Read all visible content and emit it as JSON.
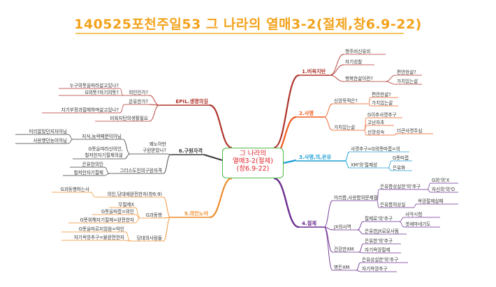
{
  "title": "140525포천주일53 그 나라의 열매3-2(절제,창6.9-22)",
  "center": {
    "lines": [
      "그 나라의",
      "열매3-2(절제)",
      "(창6.9-22)"
    ],
    "color": "#e0262b",
    "border": "#4fb848"
  },
  "branches": [
    {
      "id": "b1",
      "label": "1.비육지탄",
      "color": "#b0342b",
      "children": [
        {
          "label": "행주비신유비"
        },
        {
          "label": "자기성찰"
        },
        {
          "label": "행복한삶이란?",
          "children": [
            {
              "label": "편안한삶?"
            },
            {
              "label": "가치있는삶"
            }
          ]
        }
      ]
    },
    {
      "id": "b2",
      "label": "2.사명",
      "color": "#ef5a1f",
      "children": [
        {
          "label": "신앙목적은?",
          "children": [
            {
              "label": "편안한삶?"
            },
            {
              "label": "가치있는삶"
            }
          ]
        },
        {
          "label": "가치있는삶",
          "children": [
            {
              "label": "G이추사명추구"
            },
            {
              "label": "고난자초"
            },
            {
              "label": "신앙성숙",
              "children": [
                {
                  "label": "더큰사명주심"
                }
              ]
            }
          ]
        }
      ]
    },
    {
      "id": "b3",
      "label": "3.사명,의,은유",
      "color": "#1b9ed6",
      "children": [
        {
          "label": "사명추구=G의뜻따름=의"
        },
        {
          "label": "XM'의'절제성",
          "children": [
            {
              "label": "G뜻따름"
            },
            {
              "label": "은유화"
            }
          ]
        }
      ]
    },
    {
      "id": "b4",
      "label": "4.절제",
      "color": "#6a2b8f",
      "children": [
        {
          "label": "미리함,사용함의문제점",
          "children": [
            {
              "label": "은유함상실한'의'추구",
              "children": [
                {
                  "label": "G의'의'X"
                },
                {
                  "label": "자신의'의'O"
                }
              ]
            },
            {
              "label": "은유함의상실",
              "children": [
                {
                  "label": "욕망절제실패"
                }
              ]
            }
          ]
        },
        {
          "label": "JX의사역",
          "children": [
            {
              "label": "절제로'의'추구",
              "children": [
                {
                  "label": "사막시험"
                },
                {
                  "label": "겟세마네기도"
                }
              ]
            },
            {
              "label": "은유한JX로묘사됨"
            }
          ]
        },
        {
          "label": "건강한XM",
          "children": [
            {
              "label": "은유한'의'추구"
            },
            {
              "label": "자기욕망절제"
            }
          ]
        },
        {
          "label": "병든XM",
          "children": [
            {
              "label": "은유상실한'의'추구"
            },
            {
              "label": "자기욕망추구"
            }
          ]
        }
      ]
    },
    {
      "id": "b5",
      "label": "5.의인노아",
      "color": "#f08b2a",
      "children": [
        {
          "label": "의인,당대에완전한자(창6:9)",
          "children": [
            {
              "label": "G과동행하는사"
            }
          ]
        },
        {
          "label": "G과동행",
          "children": [
            {
              "label": "무절제X"
            },
            {
              "label": "G뜻을따름=의인"
            },
            {
              "label": "G뜻위해자기절제=완전한자"
            }
          ]
        },
        {
          "label": "당대의사람들",
          "children": [
            {
              "label": "G뜻을따르지않음=악인"
            },
            {
              "label": "자기욕망추구=불완전한자"
            }
          ]
        }
      ]
    },
    {
      "id": "b6",
      "label": "6.구원자격",
      "color": "#3a3a3a",
      "children": [
        {
          "label": "지식,능력때문이아님",
          "children": [
            {
              "label": "미리알았던지자아님"
            },
            {
              "label": "사용했던능이아님"
            }
          ]
        },
        {
          "label": "G뜻을따라산의인, 철저한자기절제의삶"
        },
        {
          "label": "왜노아만 구원받았나?"
        },
        {
          "label": "그리스도인의구원자격",
          "children": [
            {
              "label": "은유한의인"
            },
            {
              "label": "철저한자기절제"
            }
          ]
        }
      ]
    },
    {
      "id": "b7",
      "label": "EPIL.생명의길",
      "color": "#b0342b",
      "children": [
        {
          "label": "의인인가?",
          "children": [
            {
              "label": "누구의뜻을따라살고있나?"
            },
            {
              "label": "G의뜻?자기의뜻?"
            }
          ]
        },
        {
          "label": "온유한가?",
          "children": [
            {
              "label": "자기부정과절제하며살고있나?"
            }
          ]
        },
        {
          "label": "비육지탄의생활필요"
        }
      ]
    }
  ]
}
